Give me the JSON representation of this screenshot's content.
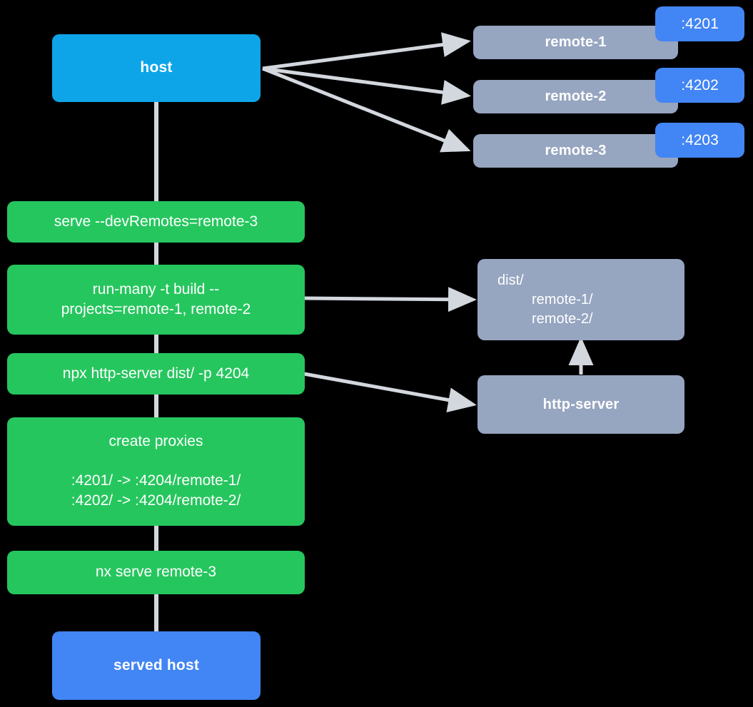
{
  "diagram": {
    "title": "Nx host and remotes serve pipeline",
    "background_color": "#000000",
    "colors": {
      "host": "#0da5e8",
      "served_host": "#4285f4",
      "command": "#26c65e",
      "remote": "#96a5c0",
      "port_badge": "#4285f4",
      "connector": "#d3d7de",
      "text": "#ffffff"
    }
  },
  "nodes": {
    "host": {
      "label": "host"
    },
    "served_host": {
      "label": "served host"
    },
    "remotes": [
      {
        "label": "remote-1",
        "port": ":4201"
      },
      {
        "label": "remote-2",
        "port": ":4202"
      },
      {
        "label": "remote-3",
        "port": ":4203"
      }
    ],
    "commands": [
      {
        "label": "serve --devRemotes=remote-3"
      },
      {
        "line1": "run-many -t build --",
        "line2": "projects=remote-1, remote-2"
      },
      {
        "label": "npx http-server dist/ -p 4204"
      },
      {
        "title": "create proxies",
        "proxy1": ":4201/ -> :4204/remote-1/",
        "proxy2": ":4202/ -> :4204/remote-2/"
      },
      {
        "label": "nx serve remote-3"
      }
    ],
    "dist": {
      "root": "dist/",
      "child1": "remote-1/",
      "child2": "remote-2/"
    },
    "http_server": {
      "label": "http-server"
    }
  }
}
